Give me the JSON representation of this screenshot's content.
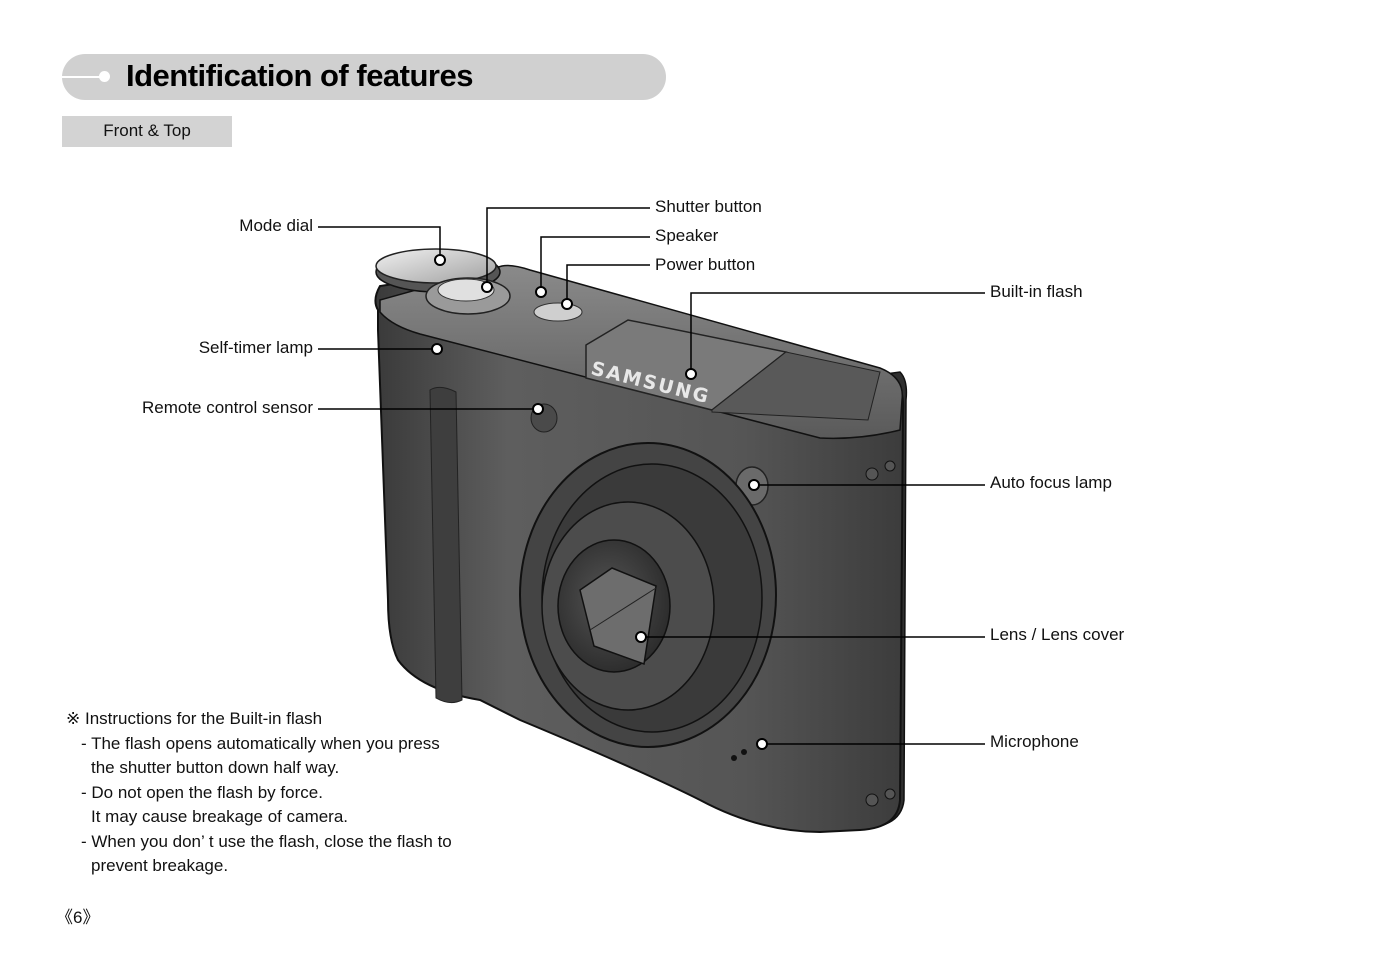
{
  "header": {
    "title": "Identification of features",
    "section": "Front & Top"
  },
  "figure": {
    "brand": "SAMSUNG",
    "callouts": {
      "mode_dial": "Mode dial",
      "shutter_button": "Shutter button",
      "speaker": "Speaker",
      "power_button": "Power button",
      "built_in_flash": "Built-in flash",
      "self_timer_lamp": "Self-timer lamp",
      "remote_control_sensor": "Remote control sensor",
      "auto_focus_lamp": "Auto focus lamp",
      "lens_cover": "Lens / Lens cover",
      "microphone": "Microphone"
    }
  },
  "note": {
    "heading": "※  Instructions for the Built-in flash",
    "items": [
      {
        "line1": "- The flash opens automatically when you press",
        "line2": "the shutter button down half way."
      },
      {
        "line1": "- Do not open the flash by force.",
        "line2": "It may cause breakage of camera."
      },
      {
        "line1": "- When you don’ t use the flash, close the flash to",
        "line2": "prevent breakage."
      }
    ]
  },
  "footer": {
    "page_number": "《6》"
  }
}
